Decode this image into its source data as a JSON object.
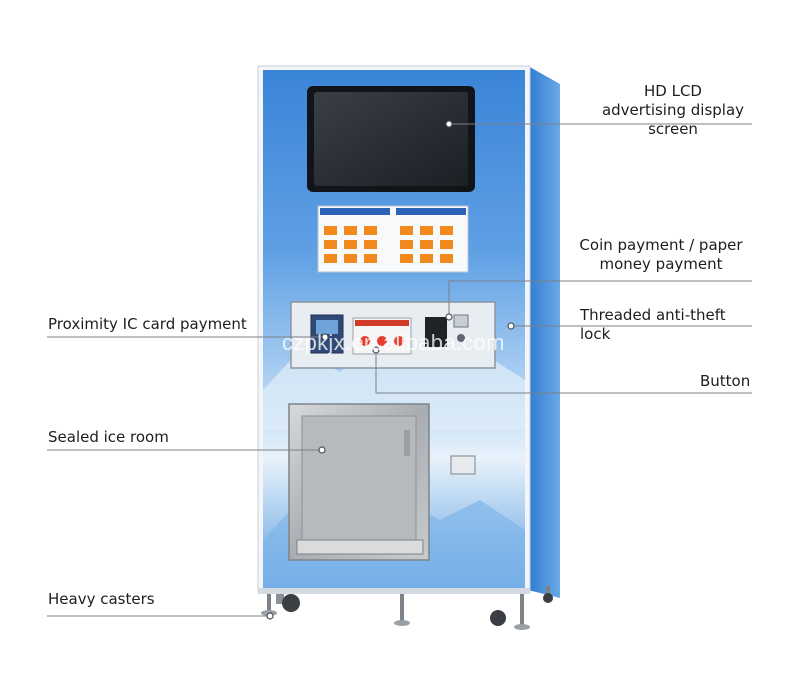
{
  "labels": {
    "lcd_screen": "HD LCD advertising display screen",
    "coin_payment": "Coin payment / paper money payment",
    "anti_theft_lock": "Threaded anti-theft lock",
    "button": "Button",
    "ic_card": "Proximity IC card payment",
    "ice_room": "Sealed ice room",
    "casters": "Heavy casters"
  },
  "watermark": "czpkjx.en.alibaba.com",
  "colors": {
    "machine_blue": "#3e86d6",
    "frame_white": "#f3f5f8",
    "screen_dark": "#25292f",
    "steel": "#b9bcbf",
    "line": "#7a8088"
  }
}
